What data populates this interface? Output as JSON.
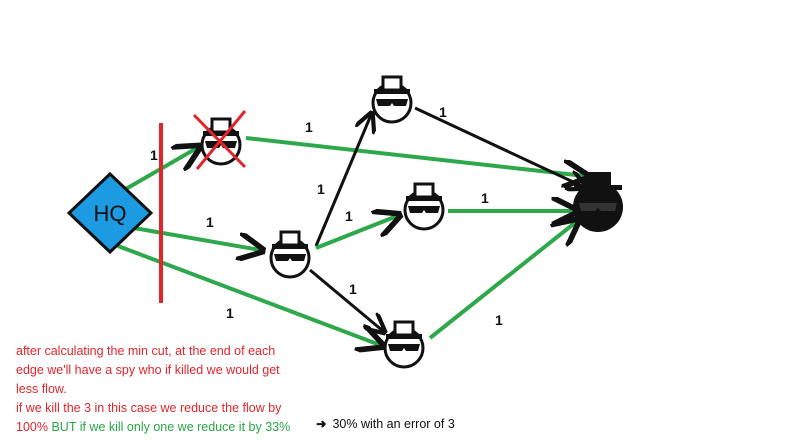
{
  "hq_label": "HQ",
  "edge_label": "1",
  "colors": {
    "flow_edge": "#2ea84b",
    "plain_edge": "#111111",
    "cut": "#e0262b",
    "hq_fill": "#1d9be2",
    "spy_killed": "#e0262b",
    "sink_fill": "#111111"
  },
  "note": {
    "line1": "after calculating the min cut, at the end of each",
    "line2": "edge we'll have a spy who if killed we would get",
    "line3": "less flow.",
    "line4": "if we kill the 3 in this case we reduce the flow by",
    "line5_red": "100%",
    "line5_green": " BUT if we kill only one we reduce it by 33%"
  },
  "result": {
    "arrow": "➜",
    "text": "30% with an error of 3"
  }
}
